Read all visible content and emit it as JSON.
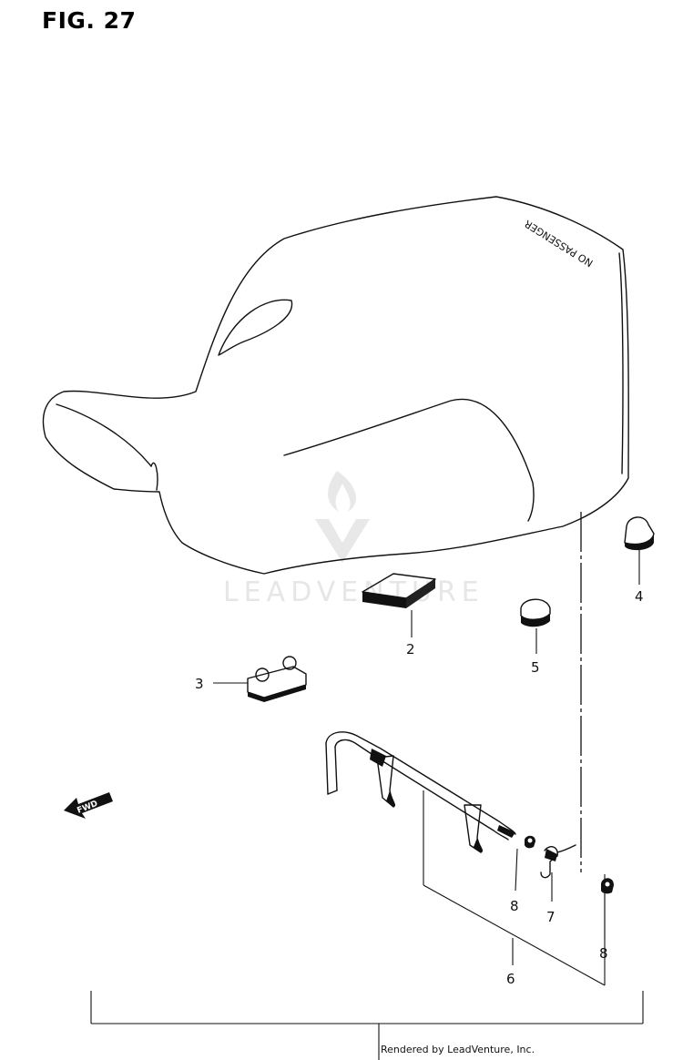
{
  "figure": {
    "title": "FIG. 27"
  },
  "seat": {
    "embossed_text": "NO PASSENGER"
  },
  "fwd_arrow": {
    "label": "FWD"
  },
  "callouts": [
    {
      "id": "1",
      "label": "2"
    },
    {
      "id": "2",
      "label": "3"
    },
    {
      "id": "3",
      "label": "4"
    },
    {
      "id": "4",
      "label": "5"
    },
    {
      "id": "5",
      "label": "6"
    },
    {
      "id": "6",
      "label": "7"
    },
    {
      "id": "7",
      "label": "8"
    },
    {
      "id": "8",
      "label": "8"
    }
  ],
  "watermark": {
    "text": "LEADVENTURE"
  },
  "footer": {
    "credit": "Rendered by LeadVenture, Inc."
  }
}
